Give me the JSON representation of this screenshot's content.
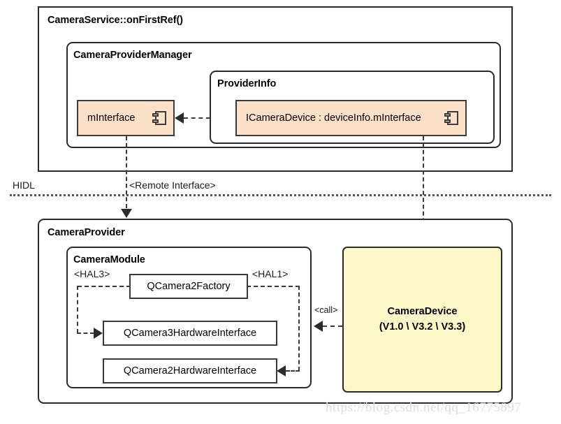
{
  "diagram": {
    "watermark": "https://blog.csdn.net/qq_16775897",
    "boundary_label": "HIDL"
  },
  "service": {
    "title": "CameraService::onFirstRef()",
    "provider_manager": {
      "title": "CameraProviderManager",
      "interface_node": "mInterface",
      "provider_info": {
        "title": "ProviderInfo",
        "device_node": "ICameraDevice : deviceInfo.mInterface"
      }
    }
  },
  "provider": {
    "title": "CameraProvider",
    "module": {
      "title": "CameraModule",
      "factory": "QCamera2Factory",
      "hal3_label": "<HAL3>",
      "hal1_label": "<HAL1>",
      "hal3_node": "QCamera3HardwareInterface",
      "hal1_node": "QCamera2HardwareInterface"
    }
  },
  "device": {
    "name": "CameraDevice",
    "versions": "(V1.0 \\ V3.2 \\ V3.3)"
  },
  "edges": {
    "remote_interface": "<Remote Interface>",
    "call": "<call>"
  },
  "colors": {
    "component_fill": "#FCE0C8",
    "device_fill": "#FBF8C8",
    "stroke": "#2B2B2B"
  }
}
